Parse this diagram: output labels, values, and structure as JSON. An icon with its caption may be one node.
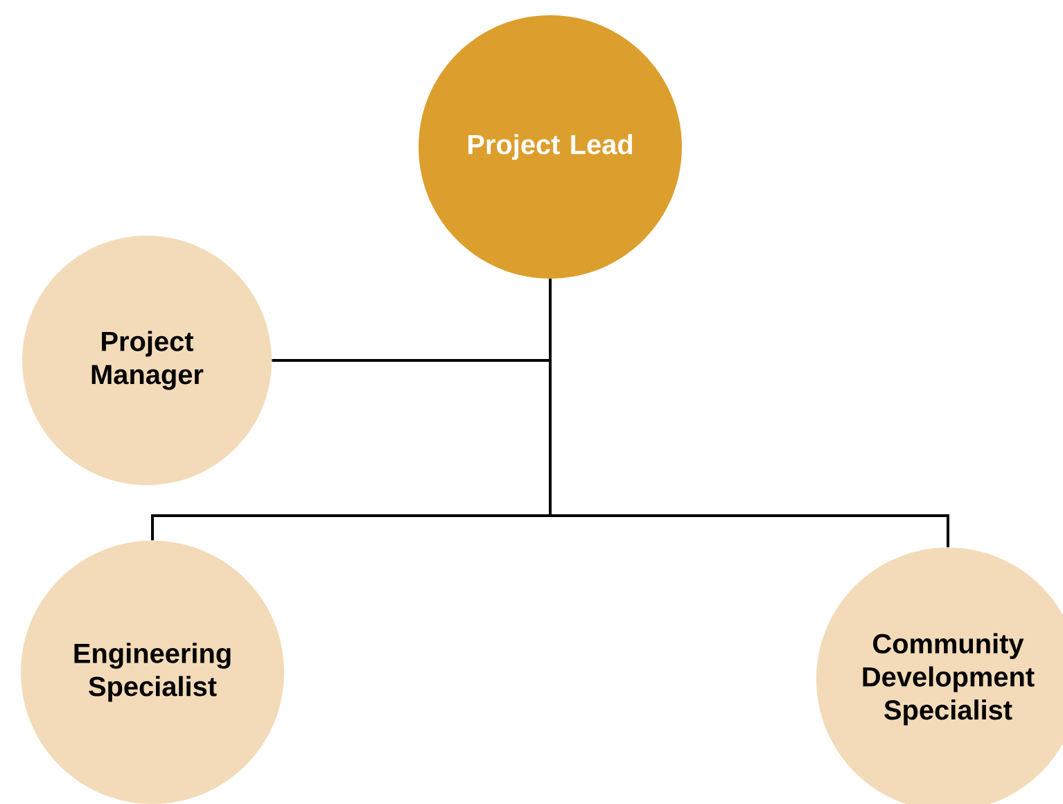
{
  "diagram": {
    "nodes": [
      {
        "text": [
          "Project Lead"
        ]
      },
      {
        "text": [
          "Project Manager"
        ]
      },
      {
        "text": [
          "Engineering Specialist"
        ]
      },
      {
        "text": [
          "Community Development Specialist"
        ]
      }
    ],
    "edges": [
      {
        "from": 0,
        "to": 1,
        "arrow": "none"
      },
      {
        "from": 0,
        "to": 2,
        "arrow": "none"
      },
      {
        "from": 0,
        "to": 3,
        "arrow": "none"
      }
    ]
  }
}
